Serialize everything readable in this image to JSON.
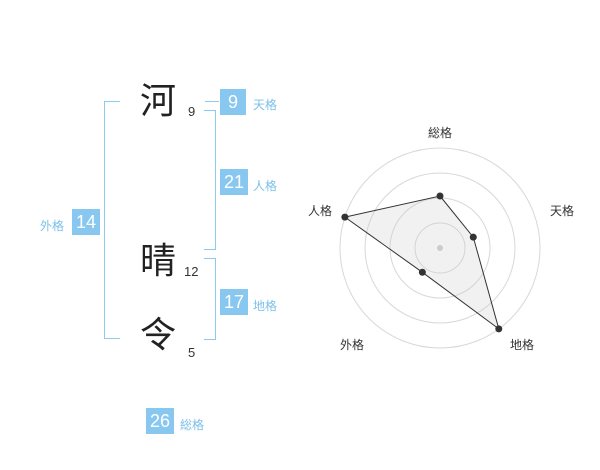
{
  "name": {
    "chars": [
      {
        "char": "河",
        "strokes": "9"
      },
      {
        "char": "晴",
        "strokes": "12"
      },
      {
        "char": "令",
        "strokes": "5"
      }
    ]
  },
  "kaku": {
    "tenkaku": {
      "value": "9",
      "label": "天格"
    },
    "jinkaku": {
      "value": "21",
      "label": "人格"
    },
    "chikaku": {
      "value": "17",
      "label": "地格"
    },
    "gaikaku": {
      "value": "14",
      "label": "外格"
    },
    "soukaku": {
      "value": "26",
      "label": "総格"
    }
  },
  "colors": {
    "accent": "#88c8f0",
    "bracket": "#8ccaf0",
    "label": "#7cc0ea"
  },
  "chart_data": {
    "type": "radar",
    "axes": [
      "総格",
      "天格",
      "地格",
      "外格",
      "人格"
    ],
    "values": [
      0.52,
      0.35,
      1.0,
      0.3,
      1.0
    ],
    "rings": 4
  }
}
